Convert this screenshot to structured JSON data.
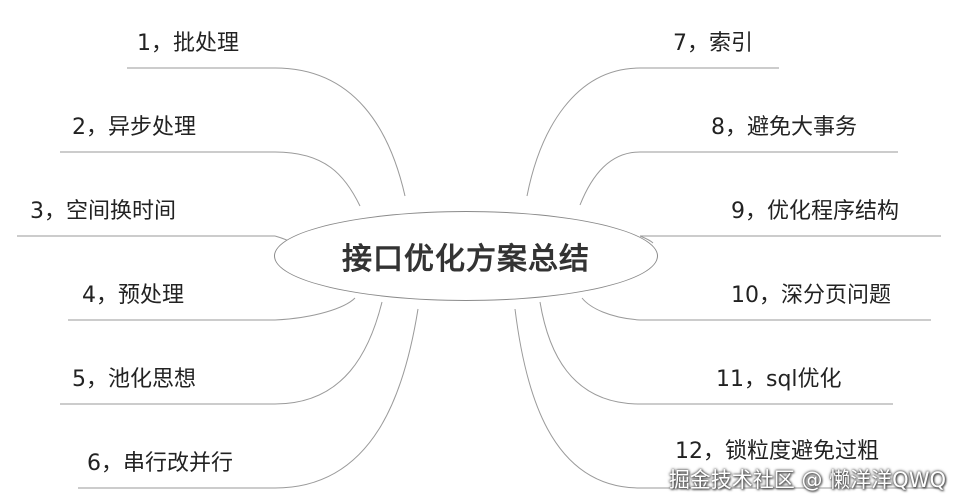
{
  "diagram": {
    "center": "接口优化方案总结",
    "left_branches": [
      "1，批处理",
      "2，异步处理",
      "3，空间换时间",
      "4，预处理",
      "5，池化思想",
      "6，串行改并行"
    ],
    "right_branches": [
      "7，索引",
      "8，避免大事务",
      "9，优化程序结构",
      "10，深分页问题",
      "11，sql优化",
      "12，锁粒度避免过粗"
    ],
    "line_color": "#9a9a9a"
  },
  "watermark": "掘金技术社区 @ 懒洋洋QWQ"
}
